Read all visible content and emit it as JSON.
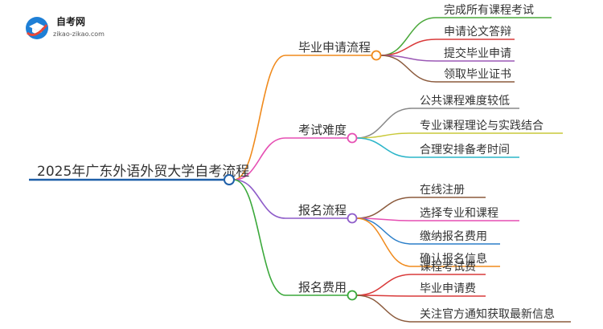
{
  "logo": {
    "title": "自考网",
    "subtitle": "zikao-zikao.com",
    "colors": {
      "blue": "#1e7fd6",
      "red": "#e8473a"
    }
  },
  "root": {
    "label": "2025年广东外语外贸大学自考流程",
    "color": "#1e5fa8"
  },
  "branches": [
    {
      "label": "毕业申请流程",
      "color": "#f08a1c",
      "children": [
        {
          "label": "完成所有课程考试",
          "color": "#4aa83a"
        },
        {
          "label": "申请论文答辩",
          "color": "#d93a3a"
        },
        {
          "label": "提交毕业申请",
          "color": "#9b59b6"
        },
        {
          "label": "领取毕业证书",
          "color": "#8b5a3c"
        }
      ]
    },
    {
      "label": "考试难度",
      "color": "#e64fb3",
      "children": [
        {
          "label": "公共课程难度较低",
          "color": "#888888"
        },
        {
          "label": "专业课程理论与实践结合",
          "color": "#c9c93a"
        },
        {
          "label": "合理安排备考时间",
          "color": "#2bb5c9"
        }
      ]
    },
    {
      "label": "报名流程",
      "color": "#8e5cc9",
      "children": [
        {
          "label": "在线注册",
          "color": "#8b5a3c"
        },
        {
          "label": "选择专业和课程",
          "color": "#e64fb3"
        },
        {
          "label": "缴纳报名费用",
          "color": "#2b7fc9"
        },
        {
          "label": "确认报名信息",
          "color": "#f08a1c"
        }
      ]
    },
    {
      "label": "报名费用",
      "color": "#3aa83a",
      "children": [
        {
          "label": "课程考试费",
          "color": "#d93a3a"
        },
        {
          "label": "毕业申请费",
          "color": "#d93a3a"
        },
        {
          "label": "关注官方通知获取最新信息",
          "color": "#8b5a3c"
        }
      ]
    }
  ]
}
